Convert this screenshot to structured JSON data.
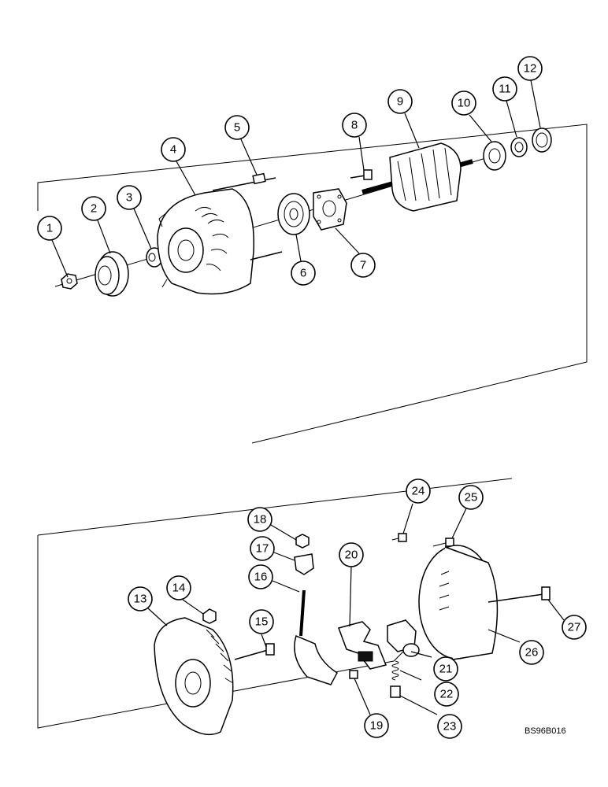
{
  "figure_code": "BS96B016",
  "callouts": [
    "1",
    "2",
    "3",
    "4",
    "5",
    "6",
    "7",
    "8",
    "9",
    "10",
    "11",
    "12",
    "13",
    "14",
    "15",
    "16",
    "17",
    "18",
    "19",
    "20",
    "21",
    "22",
    "23",
    "24",
    "25",
    "26",
    "27"
  ]
}
